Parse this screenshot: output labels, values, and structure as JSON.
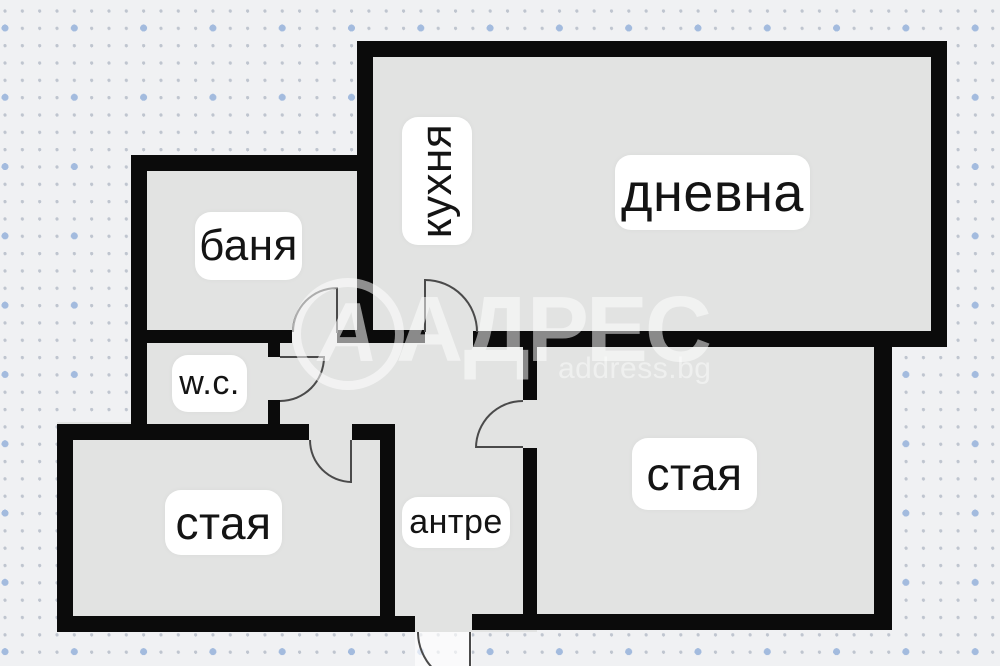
{
  "plan_title": "apartment-floor-plan",
  "colors": {
    "background": "#f0f1f3",
    "dot_small": "#bfc5cf",
    "dot_accent_blue": "#a3bbde",
    "wall": "#0b0b0b",
    "floor": "#e2e3e2",
    "door_line": "#4a4a4a",
    "label_background": "#ffffff",
    "label_text": "#141414",
    "watermark_white": "#ffffff"
  },
  "rooms": [
    {
      "id": "banya",
      "label": "баня"
    },
    {
      "id": "kuhnya",
      "label": "кухня"
    },
    {
      "id": "dnevna",
      "label": "дневна"
    },
    {
      "id": "wc",
      "label": "w.c."
    },
    {
      "id": "staya_left",
      "label": "стая"
    },
    {
      "id": "antre",
      "label": "антре"
    },
    {
      "id": "staya_right",
      "label": "стая"
    }
  ],
  "watermark": {
    "logo_letter": "А",
    "brand": "АДРЕС",
    "domain": "address.bg"
  }
}
